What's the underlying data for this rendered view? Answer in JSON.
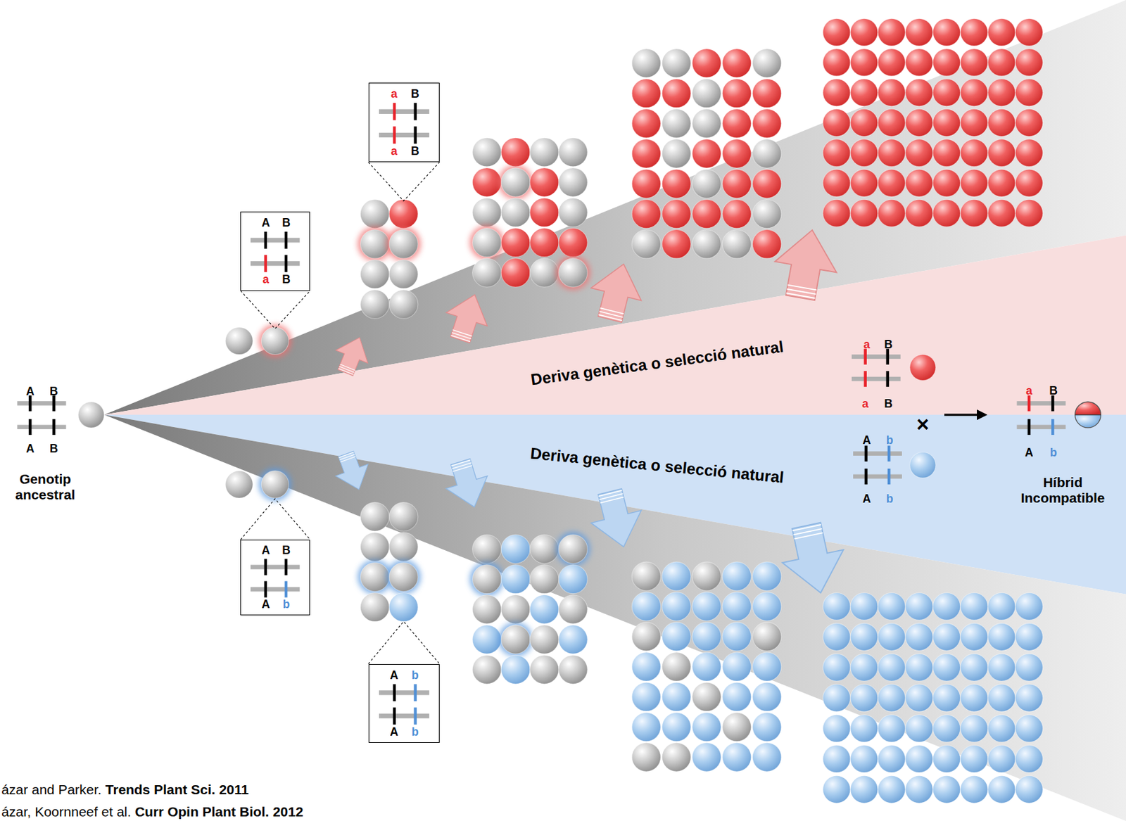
{
  "diagram": {
    "nodes": [
      {
        "text": [
          "A",
          "B",
          "a",
          "B"
        ]
      },
      {
        "text": [
          "a",
          "B",
          "a",
          "B"
        ]
      },
      {
        "text": [
          "A",
          "B",
          "A",
          "b"
        ]
      },
      {
        "text": [
          "A",
          "b",
          "A",
          "b"
        ]
      }
    ],
    "labels": [
      "A",
      "B",
      "A",
      "B",
      "Genotip ancestral",
      "Deriva genètica o selecció natural",
      "Deriva genètica o selecció natural",
      "a",
      "B",
      "a",
      "B",
      "A",
      "b",
      "A",
      "b",
      "×",
      "a",
      "B",
      "A",
      "b",
      "Híbrid Incompatible",
      "ázar and Parker.",
      "Trends Plant Sci. 2011",
      "ázar, Koornneef et al.",
      "Curr Opin Plant Biol. 2012"
    ]
  }
}
